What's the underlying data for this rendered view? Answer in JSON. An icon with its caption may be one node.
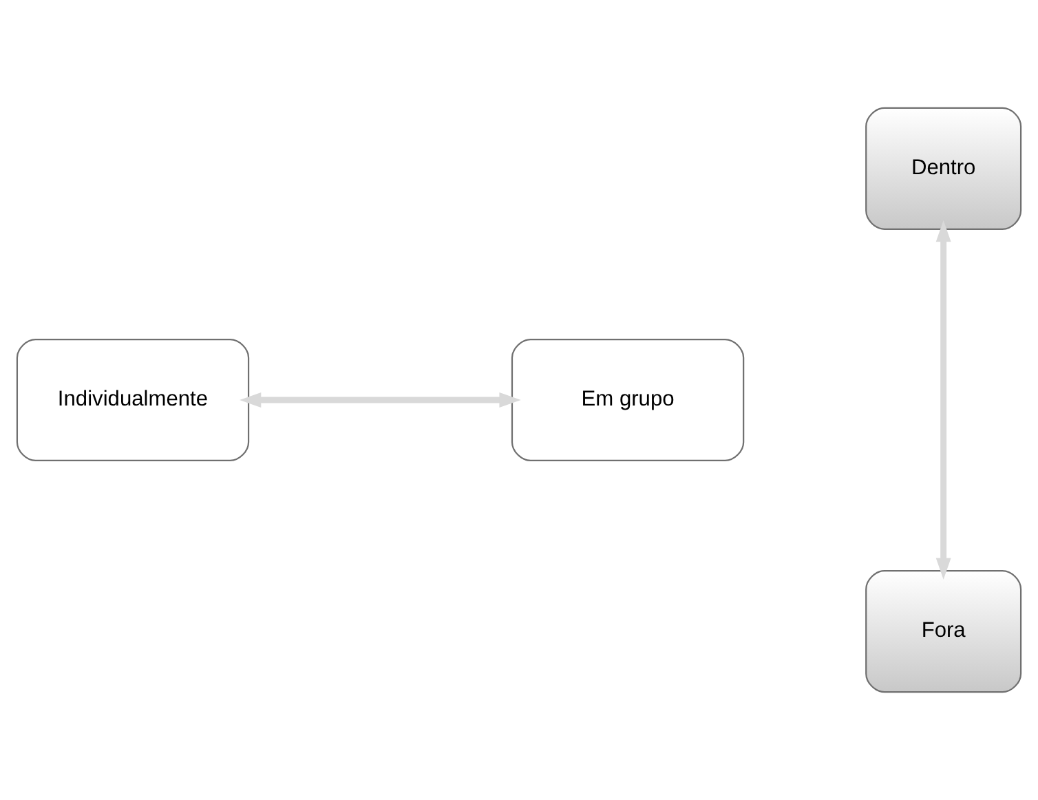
{
  "diagram": {
    "nodes": [
      {
        "text": [
          "Dentro"
        ]
      },
      {
        "text": [
          "Individualmente"
        ]
      },
      {
        "text": [
          "Em grupo"
        ]
      },
      {
        "text": [
          "Fora"
        ]
      }
    ],
    "edges": [
      {
        "from": 0,
        "to": 3,
        "arrow": "both"
      },
      {
        "from": 1,
        "to": 2,
        "arrow": "both"
      }
    ]
  }
}
